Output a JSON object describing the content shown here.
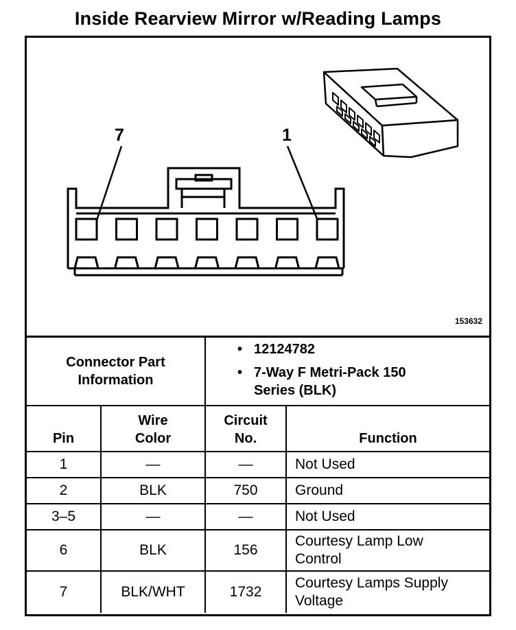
{
  "title": "Inside Rearview Mirror w/Reading Lamps",
  "diagram": {
    "pin_label_left": "7",
    "pin_label_right": "1",
    "figure_id": "153632",
    "cavity_count": 7
  },
  "connector_info": {
    "label": "Connector Part Information",
    "bullet": "•",
    "items": [
      "12124782",
      "7-Way F Metri-Pack 150 Series (BLK)"
    ]
  },
  "headers": {
    "pin": "Pin",
    "wire_color": "Wire Color",
    "circuit": "Circuit No.",
    "function": "Function"
  },
  "rows": [
    {
      "pin": "1",
      "wire": "—",
      "circuit": "—",
      "function": "Not Used"
    },
    {
      "pin": "2",
      "wire": "BLK",
      "circuit": "750",
      "function": "Ground"
    },
    {
      "pin": "3–5",
      "wire": "—",
      "circuit": "—",
      "function": "Not Used"
    },
    {
      "pin": "6",
      "wire": "BLK",
      "circuit": "156",
      "function": "Courtesy Lamp Low Control"
    },
    {
      "pin": "7",
      "wire": "BLK/WHT",
      "circuit": "1732",
      "function": "Courtesy Lamps Supply Voltage"
    }
  ]
}
